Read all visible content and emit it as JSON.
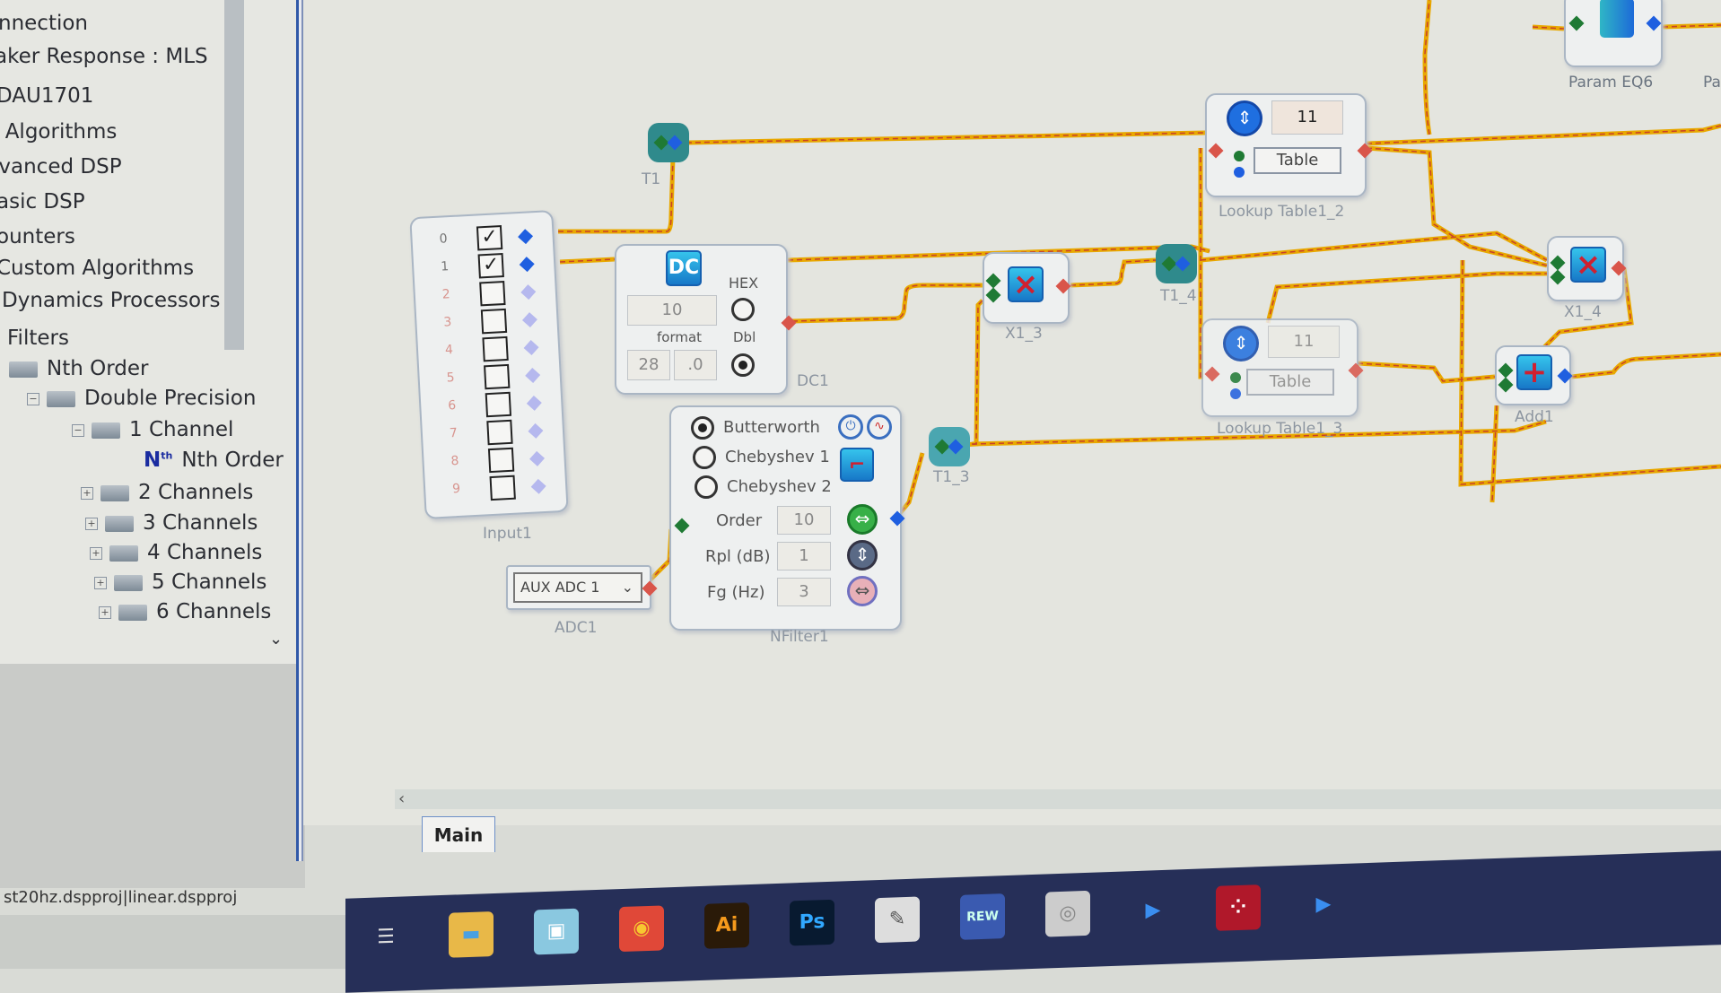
{
  "tree": {
    "items": [
      "nnection",
      "aker Response : MLS",
      "DAU1701",
      "l Algorithms",
      "lvanced DSP",
      "asic DSP",
      "ounters",
      "Custom Algorithms",
      "Dynamics Processors",
      "Filters",
      "Nth Order",
      "Double Precision",
      "1 Channel",
      "Nth Order",
      "2 Channels",
      "3 Channels",
      "4 Channels",
      "5 Channels",
      "6 Channels"
    ],
    "nth_icon": "N",
    "nth_sup": "th"
  },
  "blocks": {
    "t1": {
      "label": "T1"
    },
    "input": {
      "label": "Input1",
      "channels": [
        "0",
        "1",
        "2",
        "3",
        "4",
        "5",
        "6",
        "7",
        "8",
        "9"
      ],
      "checked": [
        true,
        true,
        false,
        false,
        false,
        false,
        false,
        false,
        false,
        false
      ]
    },
    "dc": {
      "label": "DC1",
      "icon": "DC",
      "value": "10",
      "format_label": "format",
      "format_a": "28",
      "format_b": ".0",
      "hex_label": "HEX",
      "dbl_label": "Dbl",
      "selected": "Dbl"
    },
    "filter": {
      "label": "NFilter1",
      "types": [
        "Butterworth",
        "Chebyshev 1",
        "Chebyshev 2"
      ],
      "selected": "Butterworth",
      "order_label": "Order",
      "order": "10",
      "rpl_label": "Rpl (dB)",
      "rpl": "1",
      "fg_label": "Fg (Hz)",
      "fg": "3"
    },
    "adc": {
      "label": "ADC1",
      "value": "AUX ADC 1"
    },
    "x13": {
      "label": "X1_3"
    },
    "t14": {
      "label": "T1_4"
    },
    "t13": {
      "label": "T1_3"
    },
    "lut12": {
      "label": "Lookup Table1_2",
      "value": "11",
      "button": "Table"
    },
    "lut13": {
      "label": "Lookup Table1_3",
      "value": "11",
      "button": "Table"
    },
    "x14": {
      "label": "X1_4"
    },
    "add1": {
      "label": "Add1"
    },
    "peq6": {
      "label": "Param EQ6"
    },
    "peq_next": {
      "label": "Pa"
    }
  },
  "tabs": [
    "Main"
  ],
  "status": "st20hz.dspproj|linear.dspproj",
  "taskbar": [
    "task-view",
    "file-explorer",
    "control-panel",
    "chrome",
    "Ai",
    "Ps",
    "notepad",
    "REW",
    "disc",
    "arrow",
    "sigmastudio",
    "arrow"
  ],
  "colors": {
    "wire": "#e8a800",
    "wire_dash": "#c8402a",
    "accent": "#1f5fe0"
  }
}
